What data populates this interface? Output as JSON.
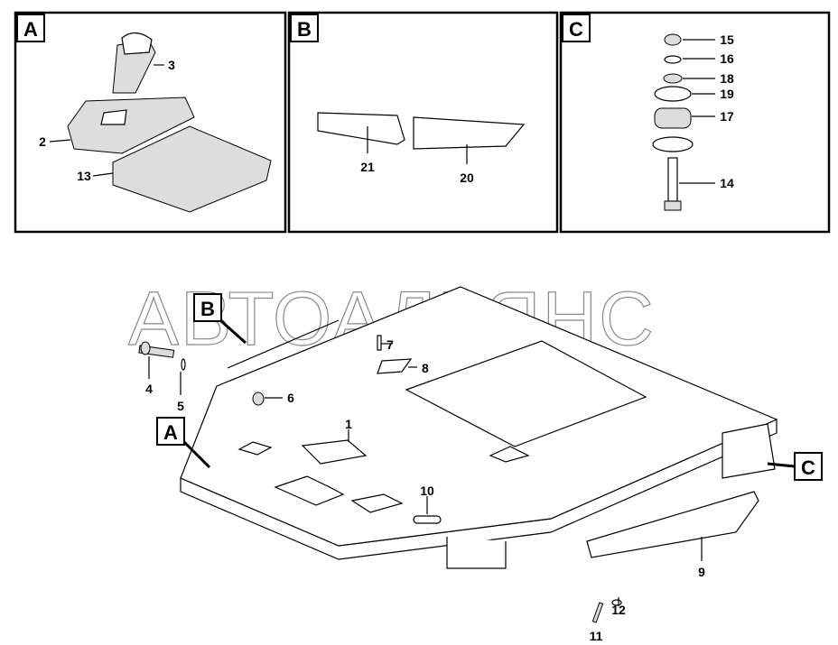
{
  "watermark": "АВТОАЛЬЯНС",
  "panels": {
    "A": {
      "label": "A",
      "callouts": [
        "3",
        "2",
        "13"
      ]
    },
    "B": {
      "label": "B",
      "callouts": [
        "21",
        "20"
      ]
    },
    "C": {
      "label": "C",
      "callouts": [
        "15",
        "16",
        "18",
        "19",
        "17",
        "14"
      ]
    }
  },
  "main": {
    "view_labels": [
      "B",
      "A",
      "C"
    ],
    "callouts": [
      "7",
      "8",
      "4",
      "5",
      "6",
      "1",
      "10",
      "9",
      "12",
      "11"
    ]
  }
}
